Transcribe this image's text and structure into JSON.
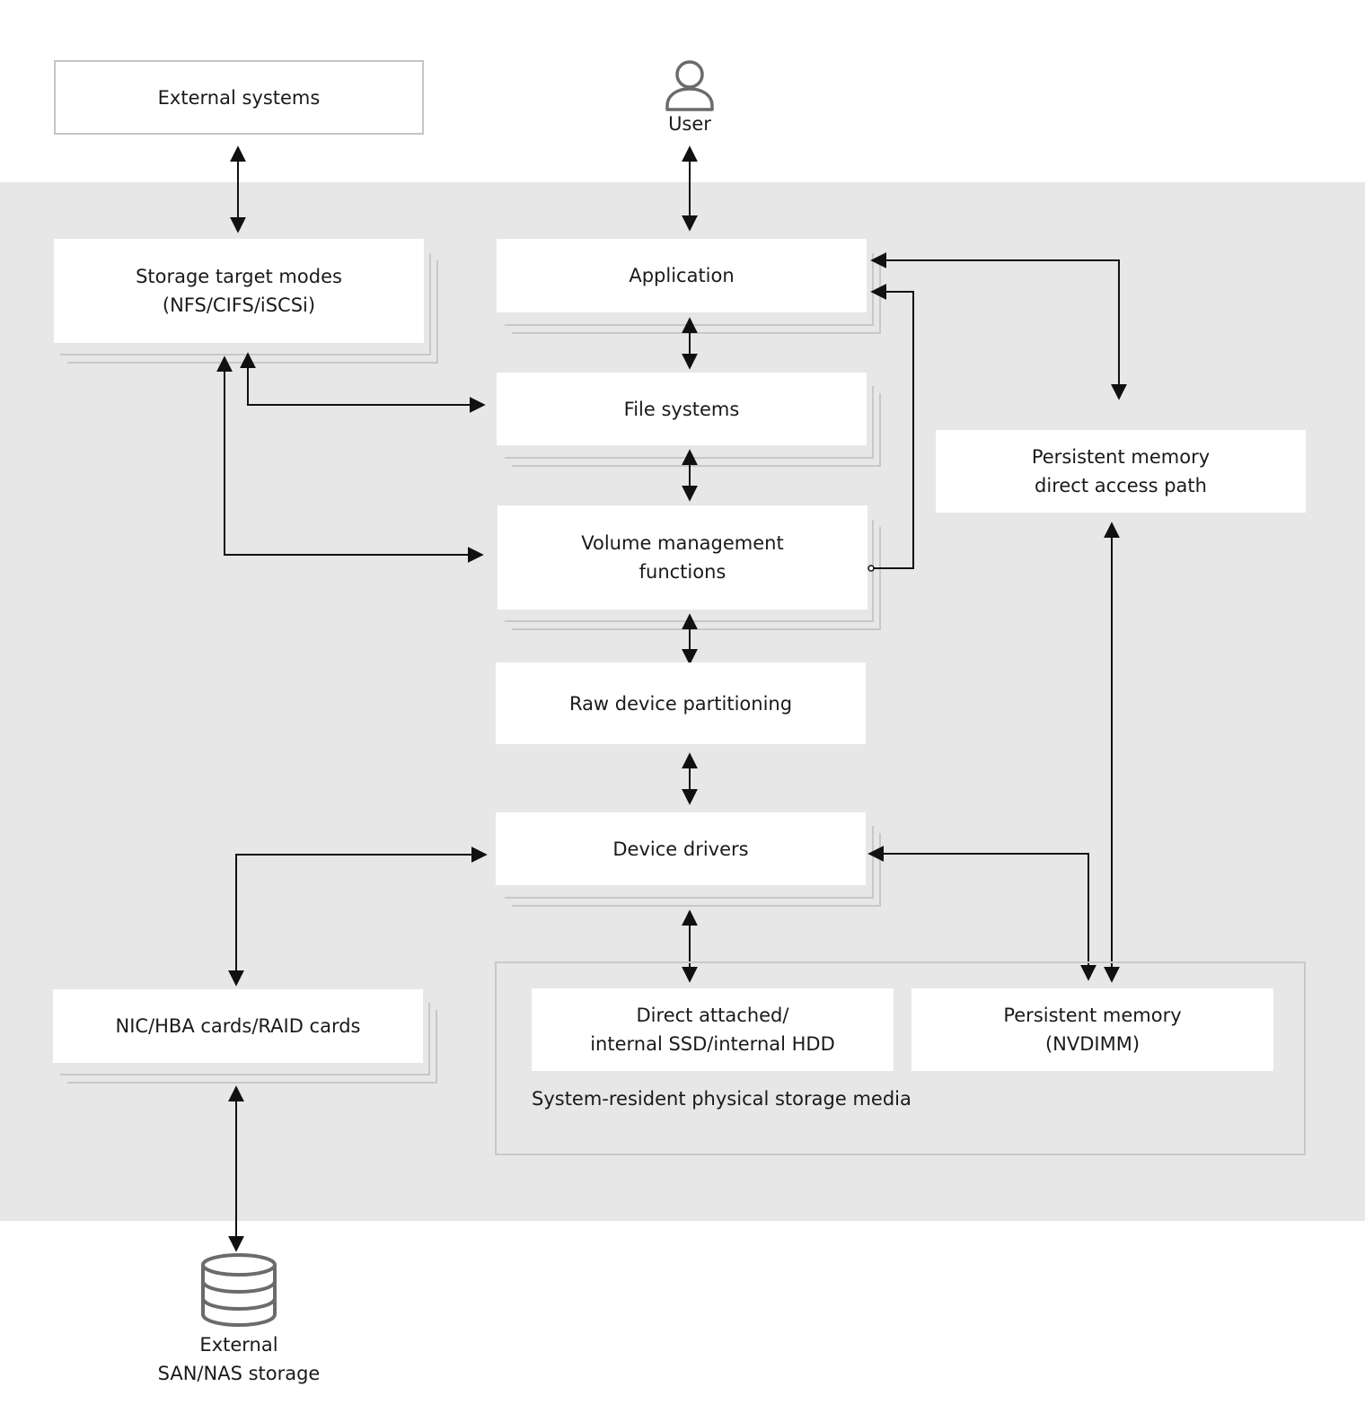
{
  "nodes": {
    "external_systems": "External systems",
    "user": "User",
    "storage_target_modes": "Storage target modes\n(NFS/CIFS/iSCSi)",
    "application": "Application",
    "file_systems": "File systems",
    "volume_management": "Volume management\nfunctions",
    "raw_device_partitioning": "Raw device partitioning",
    "device_drivers": "Device drivers",
    "pmem_direct_access": "Persistent memory\ndirect access path",
    "nic_cards": "NIC/HBA cards/RAID cards",
    "direct_attached": "Direct attached/\ninternal SSD/internal HDD",
    "persistent_memory": "Persistent memory\n(NVDIMM)",
    "storage_media_group": "System-resident physical storage media",
    "external_storage": "External\nSAN/NAS storage"
  },
  "icons": {
    "user": "user-icon",
    "storage": "database-icon"
  },
  "colors": {
    "band": "#e7e7e7",
    "box": "#ffffff",
    "line": "#111111",
    "stack": "#c8c8c8"
  }
}
